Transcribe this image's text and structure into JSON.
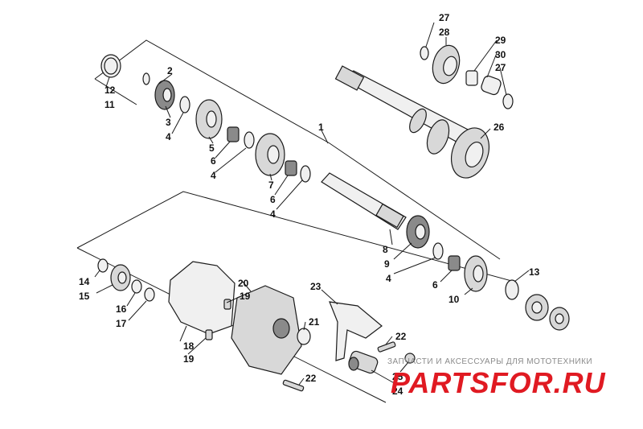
{
  "callouts": {
    "c1": "1",
    "c2": "2",
    "c3": "3",
    "c4a": "4",
    "c4b": "4",
    "c4c": "4",
    "c4d": "4",
    "c5": "5",
    "c6a": "6",
    "c6b": "6",
    "c6c": "6",
    "c7": "7",
    "c8": "8",
    "c9": "9",
    "c10": "10",
    "c11": "11",
    "c12": "12",
    "c13": "13",
    "c14": "14",
    "c15": "15",
    "c16": "16",
    "c17": "17",
    "c18": "18",
    "c19a": "19",
    "c19b": "19",
    "c20": "20",
    "c21": "21",
    "c22a": "22",
    "c22b": "22",
    "c23": "23",
    "c24": "24",
    "c25": "25",
    "c26": "26",
    "c27a": "27",
    "c27b": "27",
    "c28": "28",
    "c29": "29",
    "c30": "30"
  },
  "watermark": {
    "tagline": "ЗАПЧАСТИ И АКСЕССУАРЫ ДЛЯ МОТОТЕХНИКИ",
    "logo": "PARTSFOR.RU"
  },
  "colors": {
    "watermark_red": "#e01a22",
    "ink": "#1a1a1a",
    "metal": "#d8d8d8"
  }
}
